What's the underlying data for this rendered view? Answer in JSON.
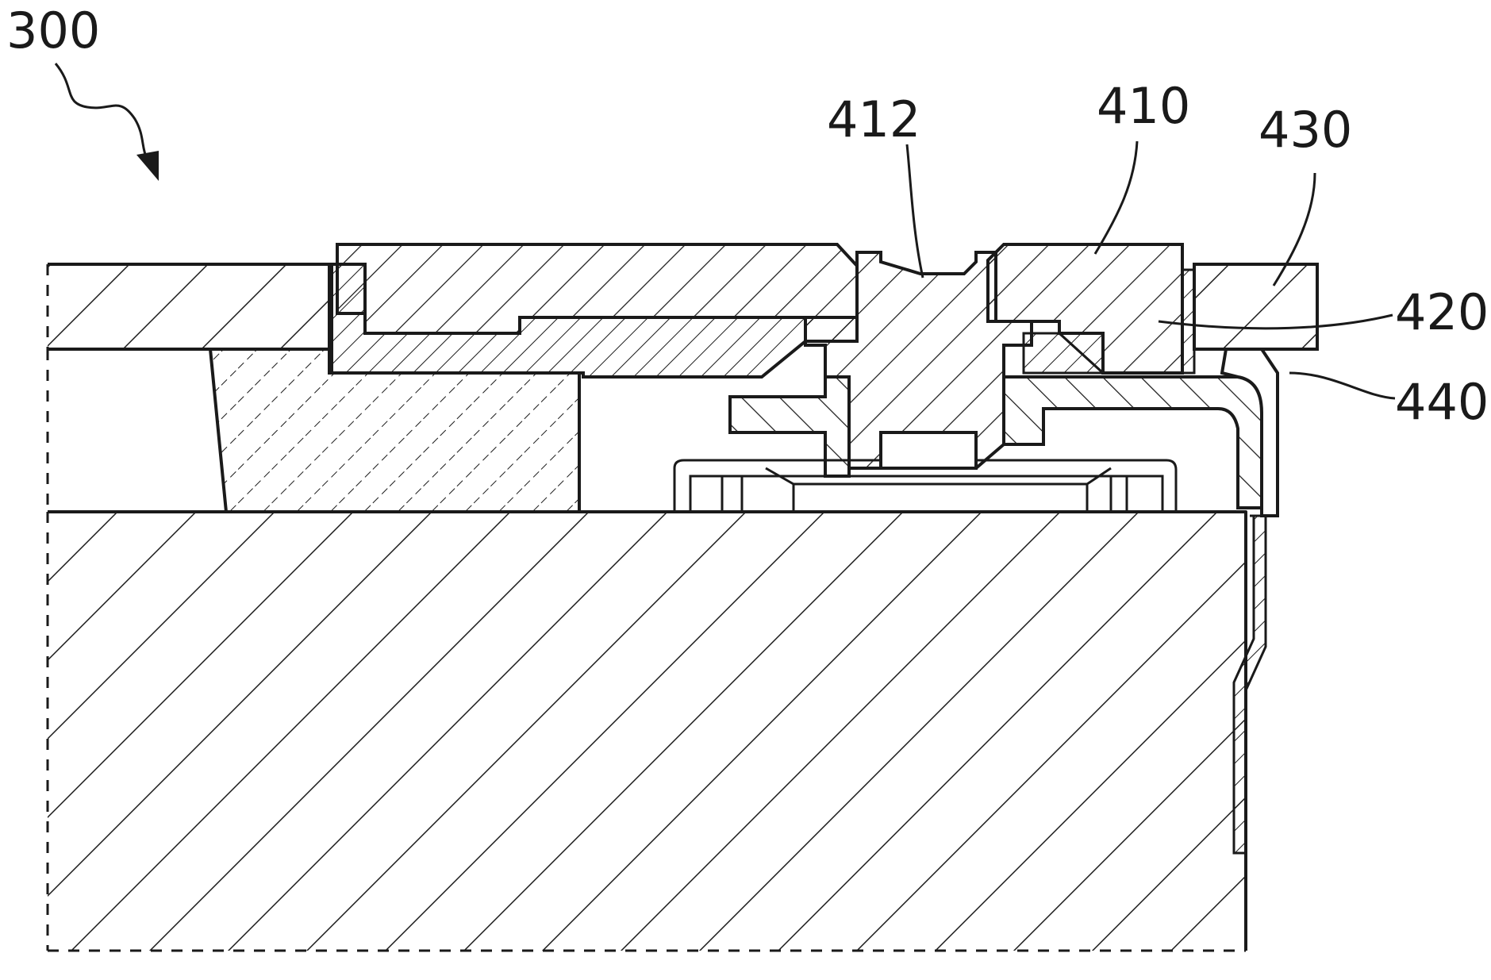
{
  "figure": {
    "reference_numerals": {
      "assembly": "300",
      "cap_plate": "410",
      "terminal_pin": "412",
      "insulator": "420",
      "top_plate": "430",
      "gasket": "440"
    }
  }
}
